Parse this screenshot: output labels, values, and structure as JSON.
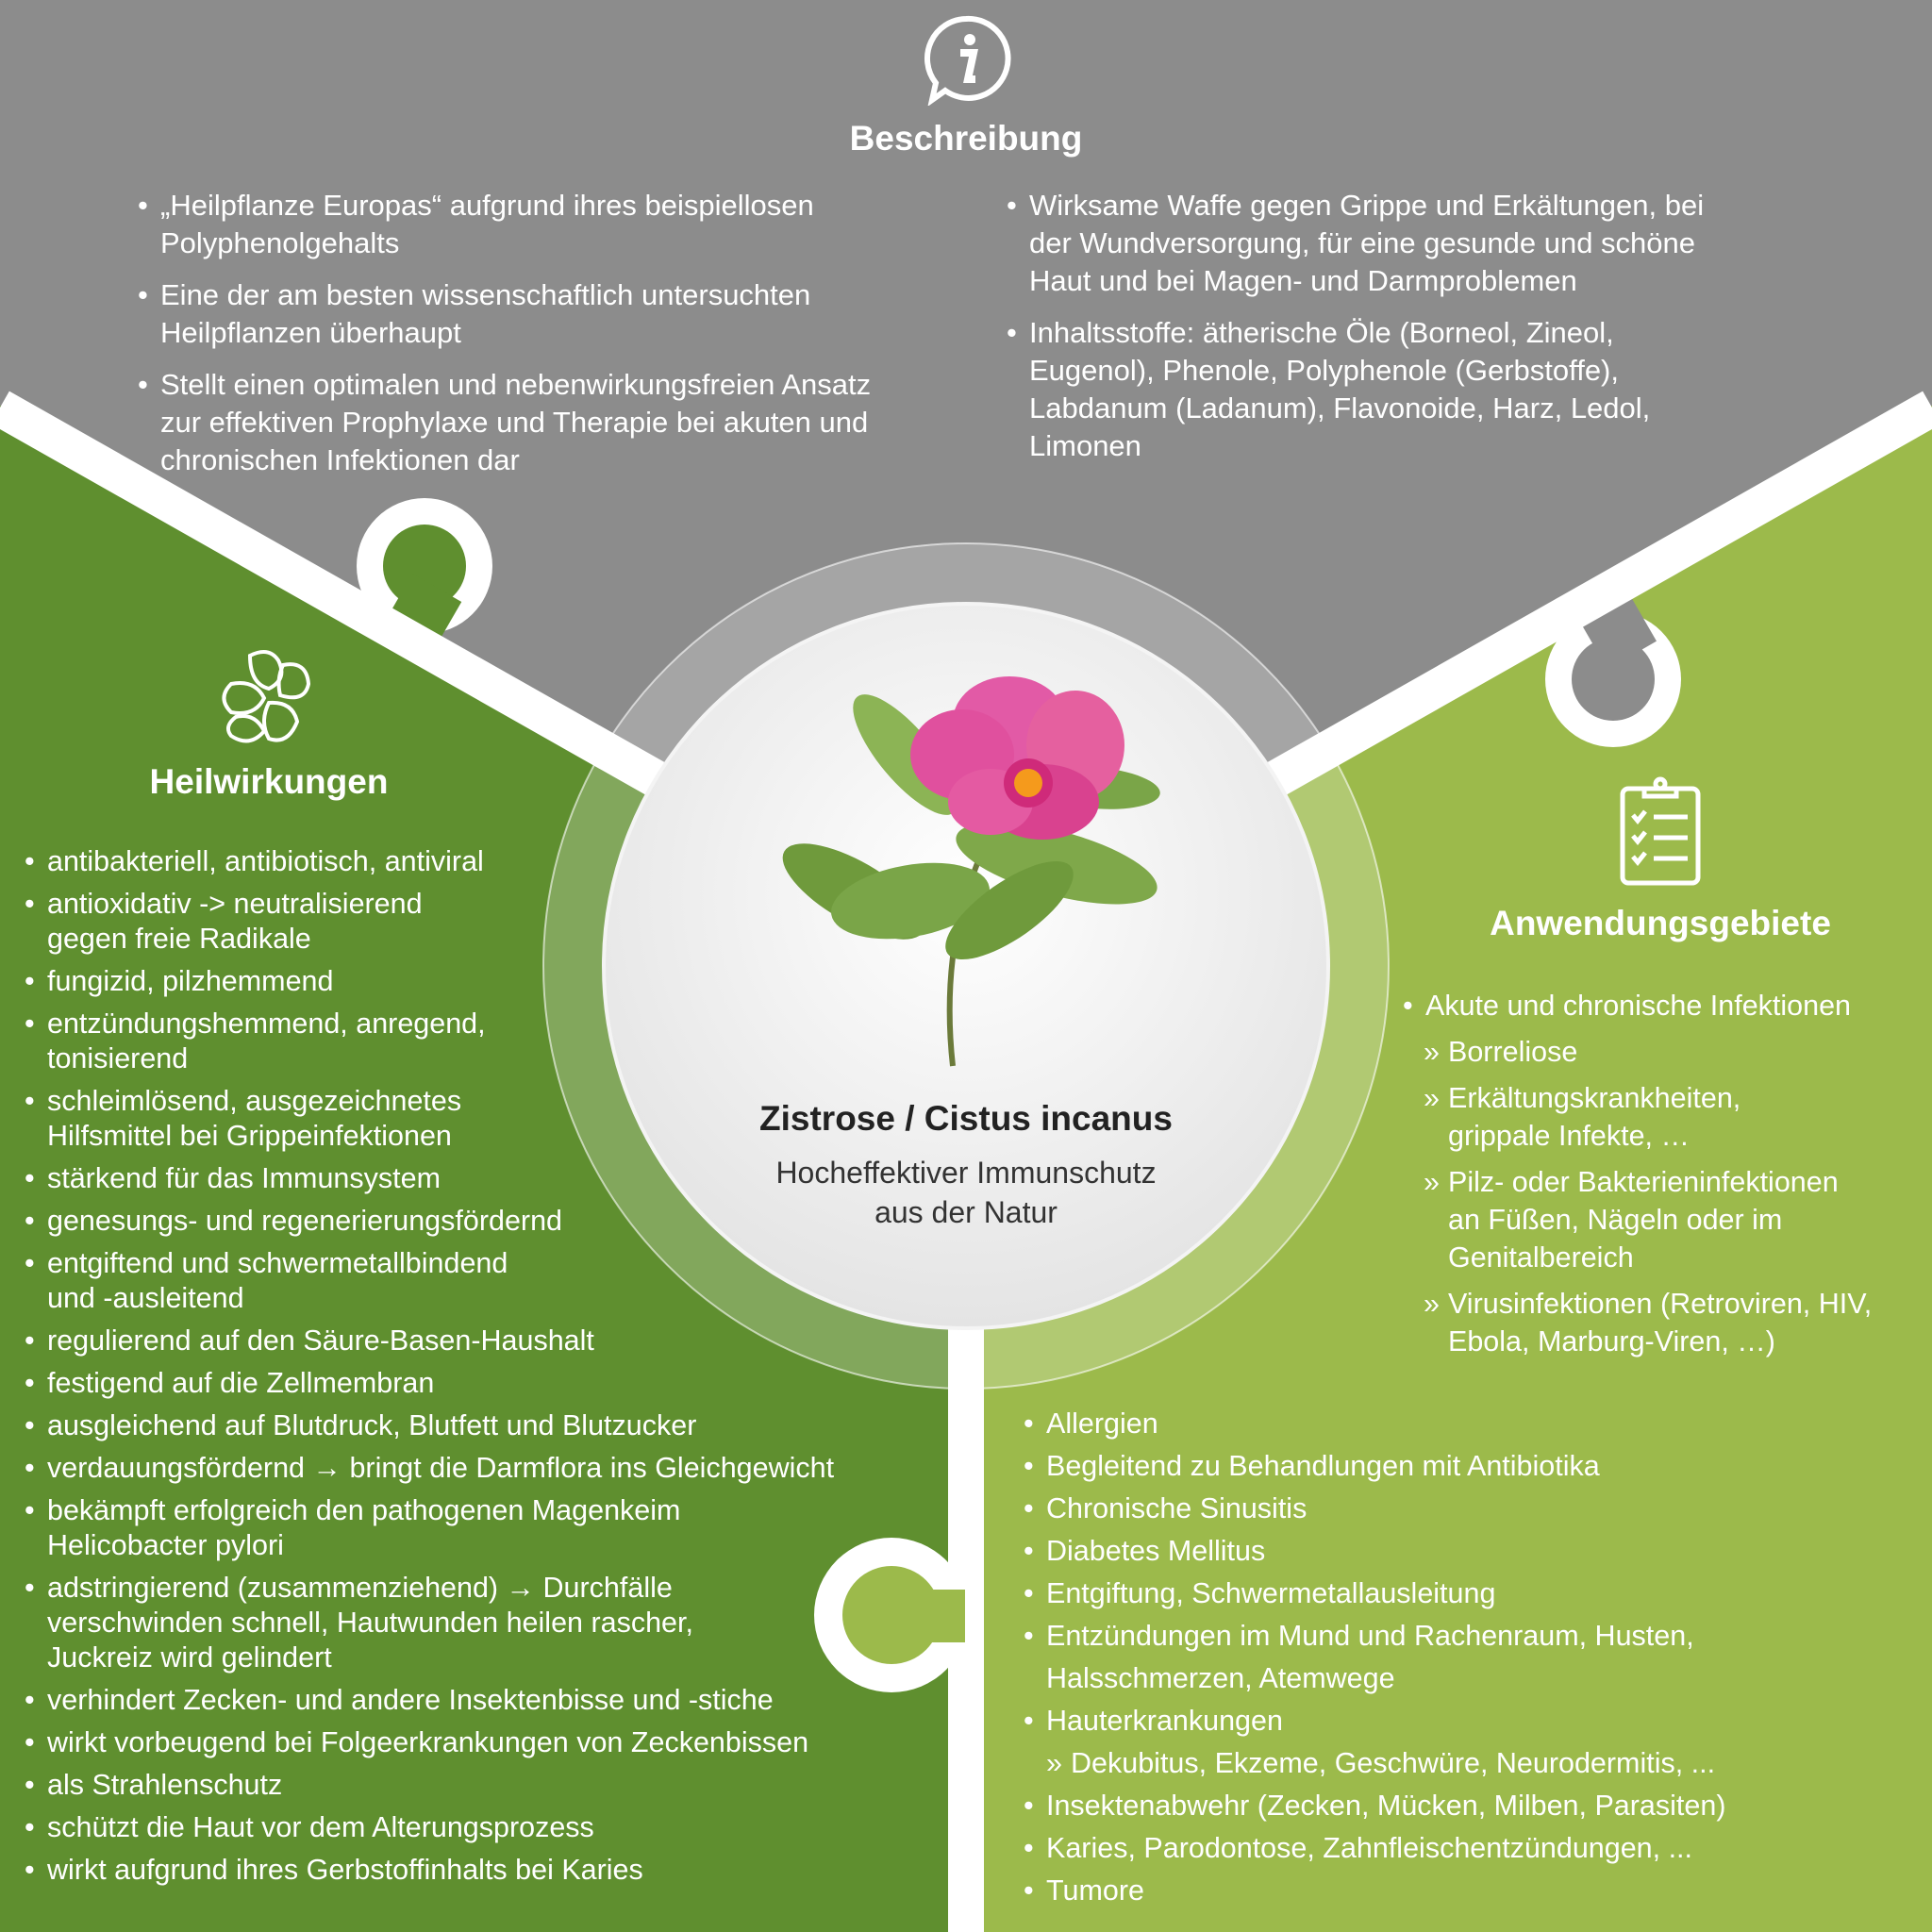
{
  "colors": {
    "gray": "#8c8c8c",
    "dark_green": "#5f8f2f",
    "light_green": "#9cba4b",
    "white": "#ffffff"
  },
  "description": {
    "icon": "info-speech-bubble-icon",
    "title": "Beschreibung",
    "left_items": [
      "„Heilpflanze Europas“ aufgrund ihres beispiellosen\nPolyphenolgehalts",
      "Eine der am besten wissenschaftlich untersuchten\nHeilpflanzen überhaupt",
      "Stellt einen optimalen und nebenwirkungsfreien Ansatz\nzur effektiven Prophylaxe und Therapie bei akuten und\nchronischen Infektionen dar"
    ],
    "right_items": [
      "Wirksame Waffe gegen Grippe und Erkältungen, bei\nder Wundversorgung, für eine gesunde und schöne\nHaut und bei Magen- und Darmproblemen",
      "Inhaltsstoffe: ätherische Öle (Borneol, Zineol,\nEugenol), Phenole, Polyphenole (Gerbstoffe),\nLabdanum (Ladanum), Flavonoide, Harz, Ledol,\nLimonen"
    ]
  },
  "effects": {
    "icon": "flower-outline-icon",
    "title": "Heilwirkungen",
    "items": [
      "antibakteriell, antibiotisch, antiviral",
      "antioxidativ -> neutralisierend\ngegen freie Radikale",
      "fungizid, pilzhemmend",
      "entzündungshemmend, anregend,\ntonisierend",
      "schleimlösend, ausgezeichnetes\nHilfsmittel bei Grippeinfektionen",
      "stärkend für das Immunsystem",
      "genesungs- und regenerierungsfördernd",
      "entgiftend und schwermetallbindend\nund -ausleitend",
      "regulierend auf den Säure-Basen-Haushalt",
      "festigend auf die Zellmembran",
      "ausgleichend auf Blutdruck, Blutfett und Blutzucker",
      "verdauungsfördernd → bringt die Darmflora ins Gleichgewicht",
      "bekämpft erfolgreich den pathogenen Magenkeim\nHelicobacter pylori",
      "adstringierend (zusammenziehend) → Durchfälle\nverschwinden schnell, Hautwunden heilen rascher,\nJuckreiz wird gelindert",
      "verhindert Zecken- und andere Insektenbisse und -stiche",
      "wirkt vorbeugend bei Folgeerkrankungen von Zeckenbissen",
      "als Strahlenschutz",
      "schützt die Haut vor dem Alterungsprozess",
      "wirkt aufgrund ihres Gerbstoffinhalts bei Karies"
    ]
  },
  "applications": {
    "icon": "clipboard-checklist-icon",
    "title": "Anwendungsgebiete",
    "items": [
      {
        "text": "Akute und chronische Infektionen",
        "sub": false
      },
      {
        "text": "Borreliose",
        "sub": true
      },
      {
        "text": "Erkältungskrankheiten,\ngrippale Infekte, …",
        "sub": true
      },
      {
        "text": "Pilz- oder Bakterieninfektionen\nan Füßen, Nägeln oder im\nGenitalbereich",
        "sub": true
      },
      {
        "text": "Virusinfektionen (Retroviren, HIV,\n Ebola, Marburg-Viren, …)",
        "sub": true
      }
    ],
    "more_items": [
      {
        "text": "Allergien",
        "sub": false
      },
      {
        "text": "Begleitend zu Behandlungen mit Antibiotika",
        "sub": false
      },
      {
        "text": "Chronische Sinusitis",
        "sub": false
      },
      {
        "text": "Diabetes Mellitus",
        "sub": false
      },
      {
        "text": "Entgiftung, Schwermetallausleitung",
        "sub": false
      },
      {
        "text": "Entzündungen im Mund und Rachenraum, Husten,\nHalsschmerzen, Atemwege",
        "sub": false
      },
      {
        "text": "Hauterkrankungen",
        "sub": false
      },
      {
        "text": "Dekubitus, Ekzeme, Geschwüre, Neurodermitis, ...",
        "sub": true
      },
      {
        "text": "Insektenabwehr (Zecken, Mücken, Milben, Parasiten)",
        "sub": false
      },
      {
        "text": "Karies, Parodontose, Zahnfleischentzündungen, ...",
        "sub": false
      },
      {
        "text": "Tumore",
        "sub": false
      }
    ]
  },
  "center": {
    "image": "cistus-flower-photo",
    "title": "Zistrose / Cistus incanus",
    "subtitle": "Hocheffektiver Immunschutz\naus der Natur"
  },
  "bullets": {
    "main": "•",
    "sub": "»"
  }
}
